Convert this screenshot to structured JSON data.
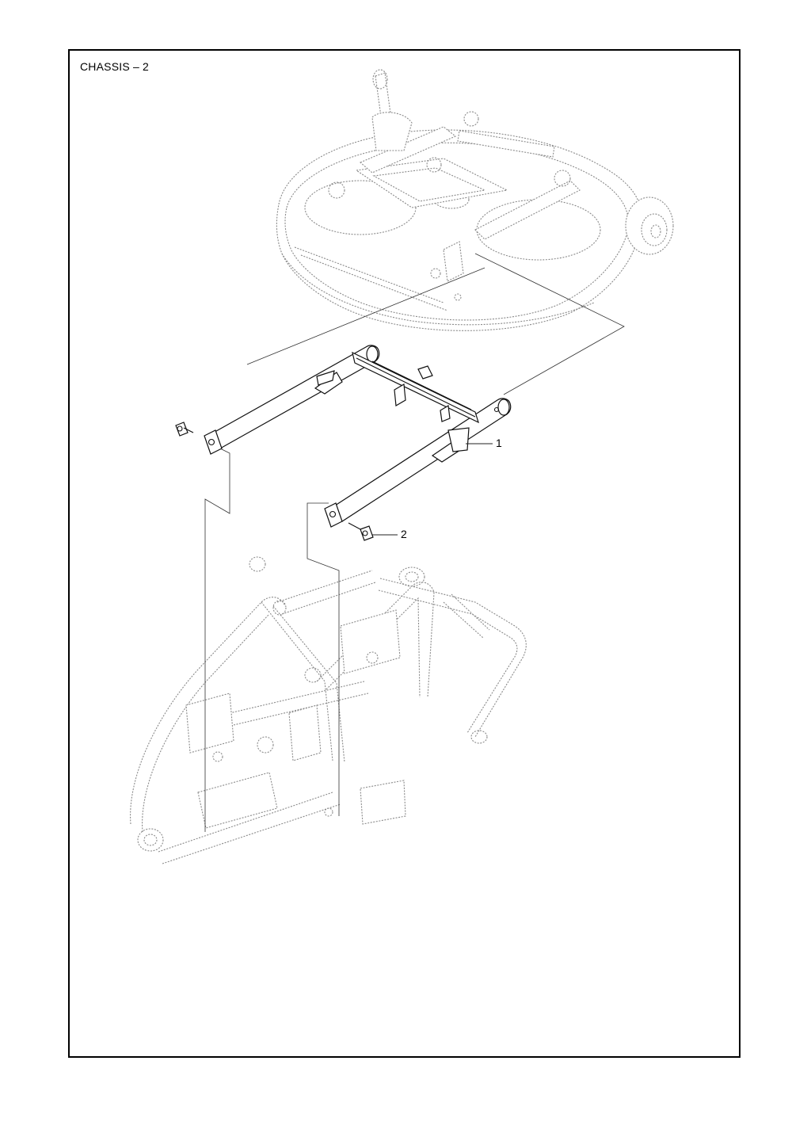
{
  "page": {
    "title": "CHASSIS – 2"
  },
  "callouts": [
    {
      "id": "1",
      "label": "1"
    },
    {
      "id": "2",
      "label": "2"
    }
  ],
  "colors": {
    "ink": "#000000",
    "ghost_line": "#8a8a8a"
  }
}
